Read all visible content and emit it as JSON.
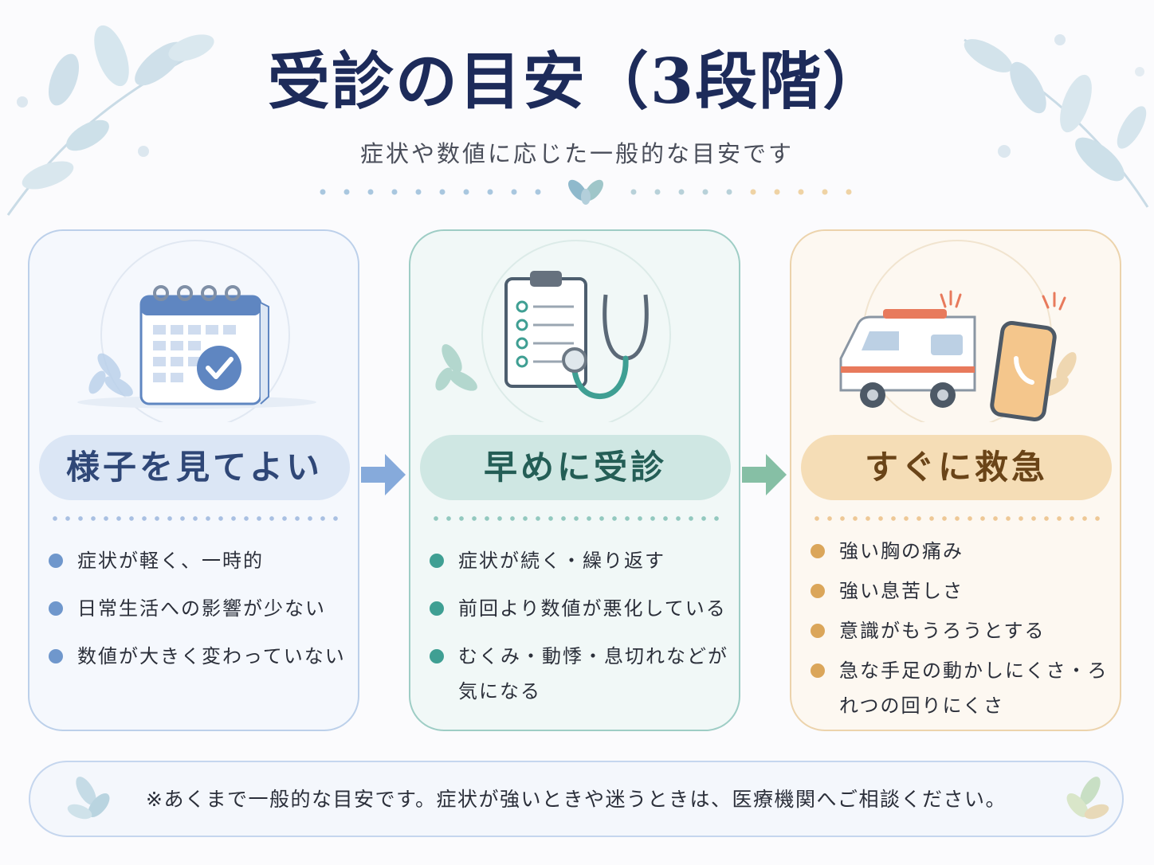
{
  "header": {
    "title": "受診の目安（3段階）",
    "subtitle": "症状や数値に応じた一般的な目安です"
  },
  "cards": [
    {
      "label": "様子を見てよい",
      "icon": "calendar-check-icon",
      "items": [
        "症状が軽く、一時的",
        "日常生活への影響が少ない",
        "数値が大きく変わっていない"
      ]
    },
    {
      "label": "早めに受診",
      "icon": "clipboard-stethoscope-icon",
      "items": [
        "症状が続く・繰り返す",
        "前回より数値が悪化している",
        "むくみ・動悸・息切れなどが気になる"
      ]
    },
    {
      "label": "すぐに救急",
      "icon": "ambulance-phone-icon",
      "items": [
        "強い胸の痛み",
        "強い息苦しさ",
        "意識がもうろうとする",
        "急な手足の動かしにくさ・ろれつの回りにくさ"
      ]
    }
  ],
  "footer": {
    "note": "※あくまで一般的な目安です。症状が強いときや迷うときは、医療機関へご相談ください。"
  },
  "colors": {
    "title": "#1d2b5a",
    "card1_accent": "#6f97cc",
    "card2_accent": "#3f9f93",
    "card3_accent": "#dba65a"
  }
}
